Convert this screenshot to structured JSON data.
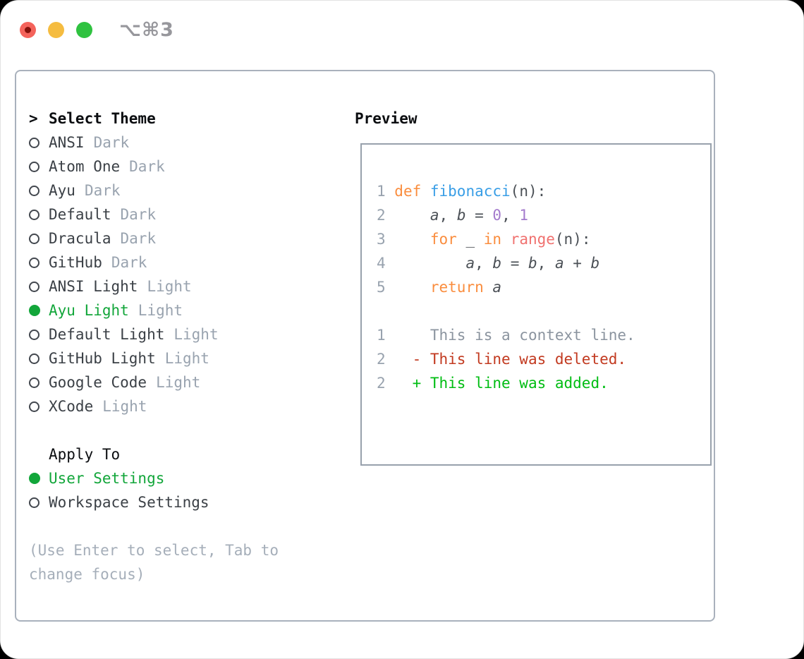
{
  "window": {
    "shortcut": "⌥⌘3"
  },
  "titlebar": {
    "buttons": [
      "close",
      "minimize",
      "zoom"
    ]
  },
  "theme_picker": {
    "prompt": ">",
    "title": "Select Theme",
    "items": [
      {
        "name": "ANSI",
        "tag": "Dark",
        "selected": false
      },
      {
        "name": "Atom One",
        "tag": "Dark",
        "selected": false
      },
      {
        "name": "Ayu",
        "tag": "Dark",
        "selected": false
      },
      {
        "name": "Default",
        "tag": "Dark",
        "selected": false
      },
      {
        "name": "Dracula",
        "tag": "Dark",
        "selected": false
      },
      {
        "name": "GitHub",
        "tag": "Dark",
        "selected": false
      },
      {
        "name": "ANSI Light",
        "tag": "Light",
        "selected": false
      },
      {
        "name": "Ayu Light",
        "tag": "Light",
        "selected": true
      },
      {
        "name": "Default Light",
        "tag": "Light",
        "selected": false
      },
      {
        "name": "GitHub Light",
        "tag": "Light",
        "selected": false
      },
      {
        "name": "Google Code",
        "tag": "Light",
        "selected": false
      },
      {
        "name": "XCode",
        "tag": "Light",
        "selected": false
      }
    ],
    "apply_to": {
      "title": "Apply To",
      "options": [
        {
          "name": "User Settings",
          "selected": true
        },
        {
          "name": "Workspace Settings",
          "selected": false
        }
      ]
    },
    "hint_line1": "(Use Enter to select, Tab to",
    "hint_line2": "change focus)"
  },
  "preview": {
    "title": "Preview",
    "code_lines": [
      {
        "num": "1",
        "tokens": [
          [
            "keyword",
            "def "
          ],
          [
            "function_name",
            "fibonacci"
          ],
          [
            "code_plain",
            "(n):"
          ]
        ]
      },
      {
        "num": "2",
        "tokens": [
          [
            "code_plain",
            "    "
          ],
          [
            "var",
            "a"
          ],
          [
            "code_plain",
            ", "
          ],
          [
            "var",
            "b"
          ],
          [
            "code_plain",
            " = "
          ],
          [
            "number",
            "0"
          ],
          [
            "code_plain",
            ", "
          ],
          [
            "number",
            "1"
          ]
        ]
      },
      {
        "num": "3",
        "tokens": [
          [
            "code_plain",
            "    "
          ],
          [
            "keyword",
            "for "
          ],
          [
            "code_plain",
            "_ "
          ],
          [
            "keyword",
            "in "
          ],
          [
            "builtin",
            "range"
          ],
          [
            "code_plain",
            "(n):"
          ]
        ]
      },
      {
        "num": "4",
        "tokens": [
          [
            "code_plain",
            "        "
          ],
          [
            "var",
            "a"
          ],
          [
            "code_plain",
            ", "
          ],
          [
            "var",
            "b"
          ],
          [
            "code_plain",
            " = "
          ],
          [
            "var",
            "b"
          ],
          [
            "code_plain",
            ", "
          ],
          [
            "var",
            "a"
          ],
          [
            "code_plain",
            " + "
          ],
          [
            "var",
            "b"
          ]
        ]
      },
      {
        "num": "5",
        "tokens": [
          [
            "code_plain",
            "    "
          ],
          [
            "keyword",
            "return "
          ],
          [
            "var",
            "a"
          ]
        ]
      }
    ],
    "diff_lines": [
      {
        "num": "1",
        "marker": " ",
        "type": "context",
        "text": "This is a context line."
      },
      {
        "num": "2",
        "marker": "-",
        "type": "deleted",
        "text": "This line was deleted."
      },
      {
        "num": "2",
        "marker": "+",
        "type": "added",
        "text": "This line was added."
      }
    ]
  },
  "colors": {
    "ui_green": "#12a63a",
    "keyword": "#fa8d3e",
    "function_name": "#399ee6",
    "builtin": "#f0716f",
    "number": "#a37acc",
    "code_plain": "#4b5056",
    "line_number": "#98a2ae",
    "context": "#8b949f",
    "deleted": "#c23a20",
    "added": "#00bd13",
    "tag_gray": "#99a3af",
    "hint_gray": "#a5aeb9",
    "traffic_red": "#f4635b",
    "traffic_red_dot": "#84100a",
    "traffic_yellow": "#f5bc40",
    "traffic_green": "#2fc240"
  }
}
